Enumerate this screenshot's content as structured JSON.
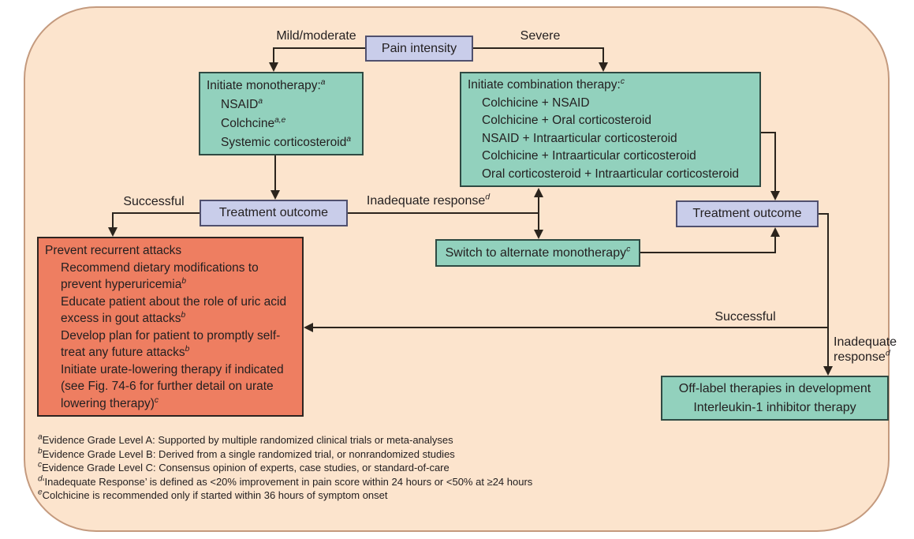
{
  "palette": {
    "bg": "#fce4cd",
    "frame_border": "#c49a7e",
    "teal": "#92d1bd",
    "teal_border": "#2f4a43",
    "lavender": "#c9cdea",
    "lavender_border": "#50506e",
    "red": "#ee7e61",
    "red_border": "#2e2420",
    "line": "#2b241d",
    "text": "#242021"
  },
  "labels": {
    "mild_moderate": "Mild/moderate",
    "severe": "Severe",
    "successful_left": "Successful",
    "inadequate_left": "Inadequate response^{d}",
    "successful_right": "Successful",
    "inadequate_right": "Inadequate response^{d}"
  },
  "boxes": {
    "pain_intensity": {
      "text": "Pain intensity"
    },
    "monotherapy": {
      "title": "Initiate monotherapy:^{a}",
      "items": [
        "NSAID^{a}",
        "Colchcine^{a,e}",
        "Systemic corticosteroid^{a}"
      ]
    },
    "combination": {
      "title": "Initiate combination therapy:^{c}",
      "items": [
        "Colchicine + NSAID",
        "Colchicine + Oral corticosteroid",
        "NSAID + Intraarticular corticosteroid",
        "Colchicine + Intraarticular corticosteroid",
        "Oral corticosteroid + Intraarticular corticosteroid"
      ]
    },
    "treatment_outcome_left": {
      "text": "Treatment outcome"
    },
    "treatment_outcome_right": {
      "text": "Treatment outcome"
    },
    "switch_monotherapy": {
      "text": "Switch to alternate monotherapy^{c}"
    },
    "prevent_recurrent": {
      "title": "Prevent recurrent attacks",
      "items": [
        "Recommend dietary modifications to prevent hyperuricemia^{b}",
        "Educate patient about the role of uric acid excess in gout attacks^{b}",
        "Develop plan for patient to promptly self-treat any future attacks^{b}",
        "Initiate urate-lowering therapy if indicated (see Fig. 74-6 for further detail on urate lowering therapy)^{c}"
      ]
    },
    "off_label": {
      "line1": "Off-label therapies in development",
      "line2": "Interleukin-1 inhibitor therapy"
    }
  },
  "footnotes": [
    "^{a}Evidence Grade Level A: Supported by multiple randomized clinical trials or meta-analyses",
    "^{b}Evidence Grade Level B: Derived from a single randomized trial, or nonrandomized studies",
    "^{c}Evidence Grade Level C: Consensus opinion of experts, case studies, or standard-of-care",
    "^{d}‘Inadequate Response’ is defined as <20% improvement in pain score within 24 hours or <50% at ≥24 hours",
    "^{e}Colchicine is recommended only if started within 36 hours of symptom onset"
  ]
}
